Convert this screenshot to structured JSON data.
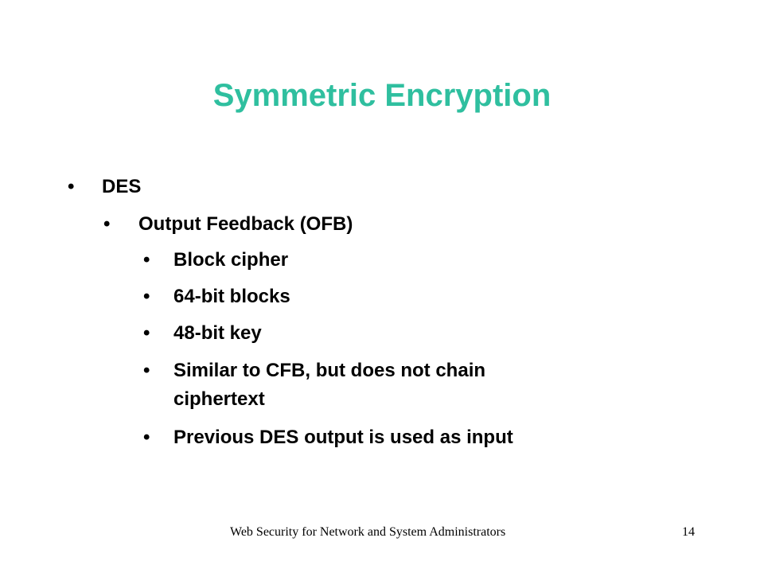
{
  "colors": {
    "title": "#2fbf9f",
    "text": "#000000",
    "background": "#ffffff"
  },
  "slide": {
    "title": "Symmetric Encryption",
    "bullets": {
      "l1": {
        "glyph": "•",
        "text": "DES"
      },
      "l2": {
        "glyph": "•",
        "text": "Output Feedback (OFB)"
      },
      "l3": [
        {
          "glyph": "•",
          "text": "Block cipher"
        },
        {
          "glyph": "•",
          "text": "64-bit blocks"
        },
        {
          "glyph": "•",
          "text": "48-bit key"
        },
        {
          "glyph": "•",
          "text": "Similar to CFB, but does not chain",
          "cont": "ciphertext"
        },
        {
          "glyph": "•",
          "text": "Previous DES output is used as input"
        }
      ]
    },
    "footer": {
      "text": "Web Security for Network and System Administrators",
      "page": "14"
    }
  }
}
